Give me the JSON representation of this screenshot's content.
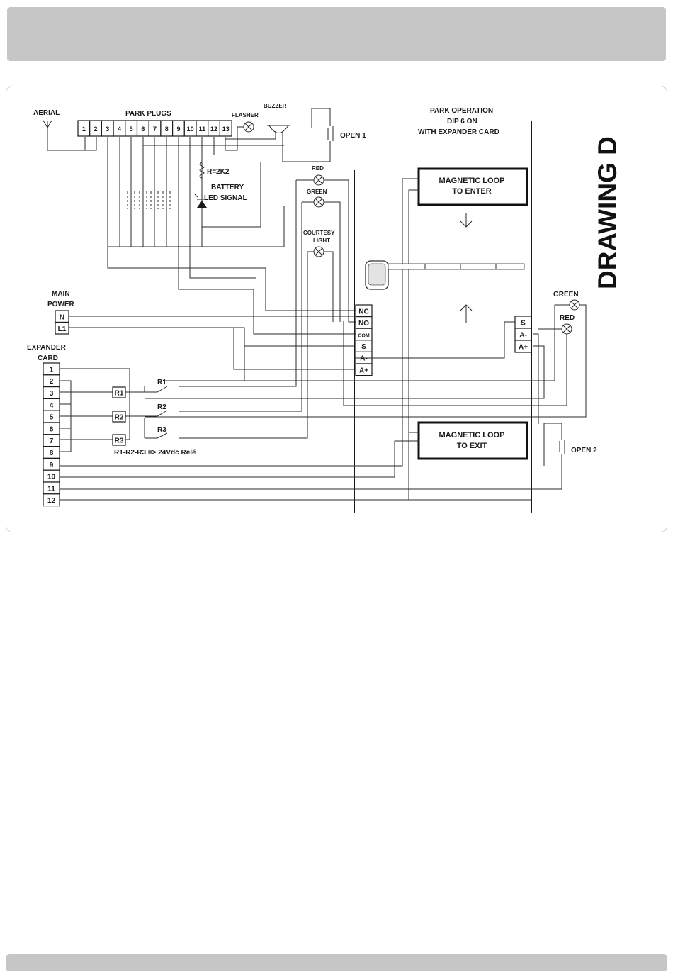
{
  "labels": {
    "aerial": "AERIAL",
    "park_plugs": "PARK PLUGS",
    "flasher": "FLASHER",
    "buzzer": "BUZZER",
    "open1": "OPEN 1",
    "open2": "OPEN 2",
    "park_operation_1": "PARK OPERATION",
    "park_operation_2": "DIP 6 ON",
    "park_operation_3": "WITH EXPANDER CARD",
    "drawing": "DRAWING D",
    "resistor": "R=2K2",
    "battery_1": "BATTERY",
    "battery_2": "LED SIGNAL",
    "red_top": "RED",
    "green_top": "GREEN",
    "courtesy_1": "COURTESY",
    "courtesy_2": "LIGHT",
    "loop_enter_1": "MAGNETIC LOOP",
    "loop_enter_2": "TO ENTER",
    "loop_exit_1": "MAGNETIC LOOP",
    "loop_exit_2": "TO EXIT",
    "main_power_1": "MAIN",
    "main_power_2": "POWER",
    "expander_1": "EXPANDER",
    "expander_2": "CARD",
    "green_right": "GREEN",
    "red_right": "RED",
    "relay_note": "R1-R2-R3 => 24Vdc Relé",
    "relay1": "R1",
    "relay2": "R2",
    "relay3": "R3"
  },
  "park_plug_terminals": [
    "1",
    "2",
    "3",
    "4",
    "5",
    "6",
    "7",
    "8",
    "9",
    "10",
    "11",
    "12",
    "13"
  ],
  "power_terminals": [
    "N",
    "L1"
  ],
  "expander_terminals": [
    "1",
    "2",
    "3",
    "4",
    "5",
    "6",
    "7",
    "8",
    "9",
    "10",
    "11",
    "12"
  ],
  "relay_boxes": [
    "R1",
    "R2",
    "R3"
  ],
  "terminal_block_center": [
    "NC",
    "NO",
    "COM",
    "S",
    "A-",
    "A+"
  ],
  "terminal_block_right": [
    "S",
    "A-",
    "A+"
  ]
}
